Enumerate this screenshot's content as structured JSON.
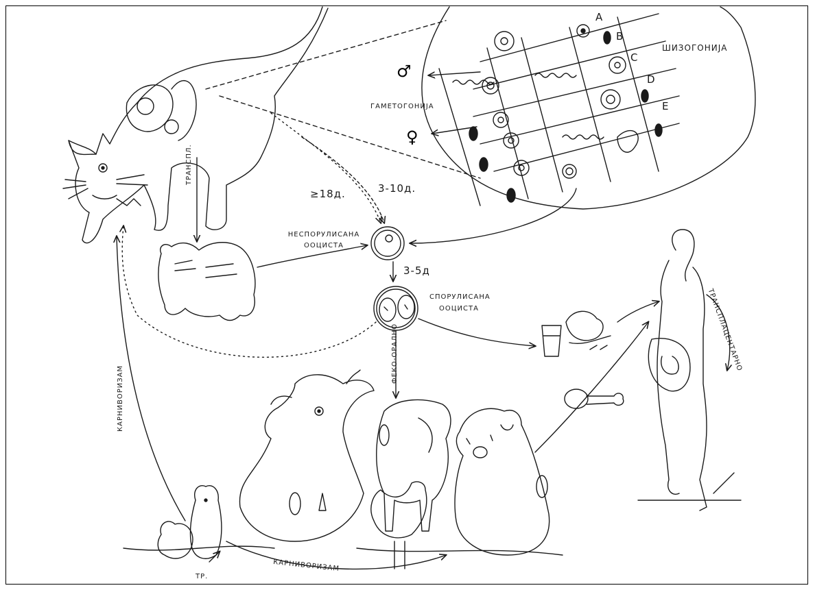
{
  "labels": {
    "schizogony": "ШИЗОГОНИЈА",
    "gametogony": "ГАМЕТОГОНИЈА",
    "stage_a": "A",
    "stage_b": "B",
    "stage_c": "C",
    "stage_d": "D",
    "stage_e": "E",
    "male": "♂",
    "female": "♀",
    "days_18": "≥18д.",
    "days_3_10": "3-10д.",
    "days_3_5": "3-5д",
    "unsporulated": "НЕСПОРУЛИСАНА ООЦИСТА",
    "sporulated_line1": "СПОРУЛИСАНА",
    "sporulated_line2": "ООЦИСТА",
    "transpl": "ТРАНСПЛ.",
    "feco_oral": "ФЕКО-ОРАЛНО",
    "carnivorism_left": "КАРНИВОРИЗАМ",
    "carnivorism_bottom": "КАРНИВОРИЗАМ",
    "transplacental": "ТРАНСПЛАЦЕНТАРНО",
    "tr": "ТР."
  },
  "colors": {
    "ink": "#1a1a1a",
    "paper": "#ffffff"
  }
}
